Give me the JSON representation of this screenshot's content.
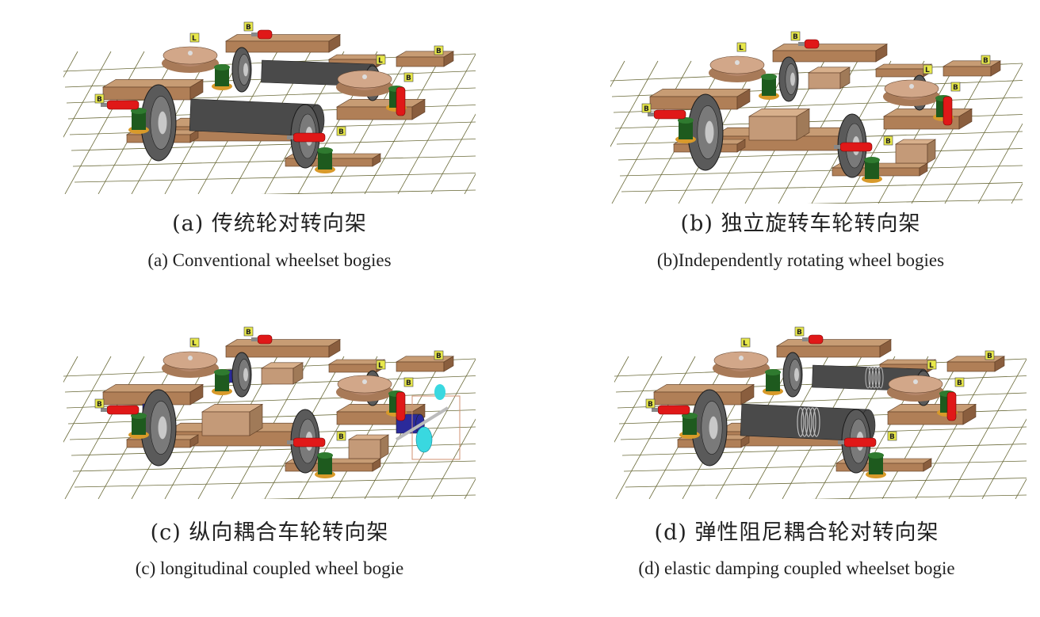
{
  "panels": [
    {
      "id": "a",
      "caption_cn": "(a) 传统轮对转向架",
      "caption_en": "(a) Conventional wheelset bogies",
      "variant": "conventional"
    },
    {
      "id": "b",
      "caption_cn": "(b) 独立旋转车轮转向架",
      "caption_en": "(b)Independently rotating wheel bogies",
      "variant": "independent"
    },
    {
      "id": "c",
      "caption_cn": "(c) 纵向耦合车轮转向架",
      "caption_en": "(c) longitudinal coupled wheel bogie",
      "variant": "longitudinal"
    },
    {
      "id": "d",
      "caption_cn": "(d) 弹性阻尼耦合轮对转向架",
      "caption_en": "(d) elastic damping coupled wheelset bogie",
      "variant": "elastic"
    }
  ],
  "marker_labels": {
    "bolster": "L",
    "bump": "B"
  },
  "colors": {
    "frame": "#b07f57",
    "frame_top": "#c79c74",
    "axle": "#4a4a4a",
    "wheel": "#5a5a5a",
    "damper": "#e01818",
    "spring": "#1e5a1e",
    "grid": "#6b6b3a",
    "tag": "#e8e84a",
    "motor": "#2a2a9a",
    "cyan": "#39d8e0"
  }
}
